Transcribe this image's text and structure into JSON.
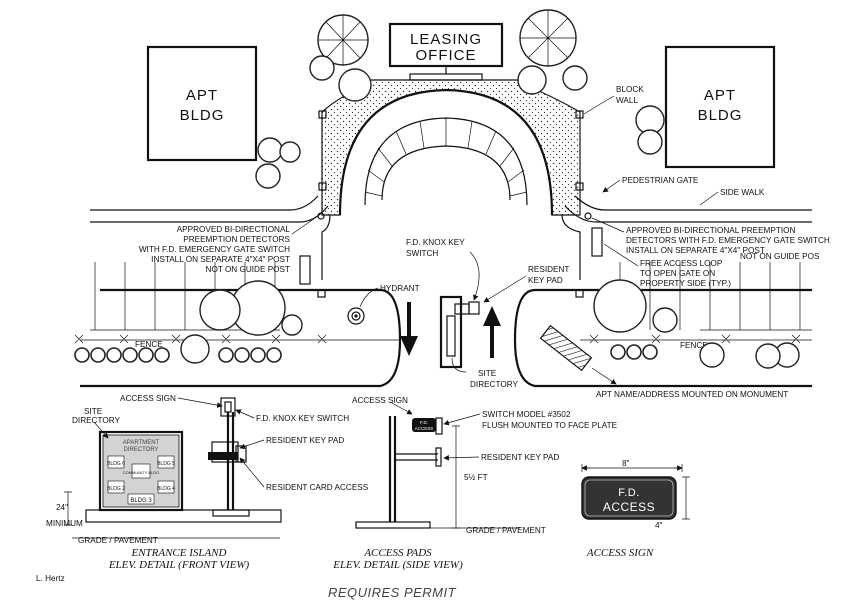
{
  "labels": {
    "leasing_office_line1": "LEASING",
    "leasing_office_line2": "OFFICE",
    "apt_bldg_left_line1": "APT",
    "apt_bldg_left_line2": "BLDG",
    "apt_bldg_right_line1": "APT",
    "apt_bldg_right_line2": "BLDG",
    "block_wall_line1": "BLOCK",
    "block_wall_line2": "WALL",
    "pedestrian_gate": "PEDESTRIAN GATE",
    "side_walk": "SIDE WALK",
    "left_detectors": [
      "APPROVED BI-DIRECTIONAL",
      "PREEMPTION DETECTORS",
      "WITH F.D. EMERGENCY GATE SWITCH",
      "INSTALL ON SEPARATE 4\"X4\" POST",
      "NOT ON GUIDE POST"
    ],
    "right_detectors": [
      "APPROVED BI-DIRECTIONAL PREEMPTION",
      "DETECTORS WITH F.D. EMERGENCY GATE SWITCH",
      "INSTALL ON SEPARATE 4\"X4\" POST",
      "NOT ON GUIDE POS"
    ],
    "knox_switch_line1": "F.D. KNOX KEY",
    "knox_switch_line2": "SWITCH",
    "resident_keypad_plan_line1": "RESIDENT",
    "resident_keypad_plan_line2": "KEY PAD",
    "free_access_loop": [
      "FREE ACCESS LOOP",
      "TO OPEN GATE ON",
      "PROPERTY SIDE (TYP.)"
    ],
    "hydrant": "HYDRANT",
    "fence_left": "FENCE",
    "fence_right": "FENCE",
    "site_directory_plan_line1": "SITE",
    "site_directory_plan_line2": "DIRECTORY",
    "apt_name_monument": "APT NAME/ADDRESS MOUNTED ON MONUMENT"
  },
  "front_view": {
    "access_sign": "ACCESS SIGN",
    "site_directory_line1": "SITE",
    "site_directory_line2": "DIRECTORY",
    "knox_switch": "F.D. KNOX KEY SWITCH",
    "resident_keypad": "RESIDENT KEY PAD",
    "resident_card_access": "RESIDENT CARD ACCESS",
    "dim_24": "24\"",
    "dim_min": "MINIMUM",
    "grade_pavement": "GRADE / PAVEMENT",
    "panel_title_line1": "APARTMENT",
    "panel_title_line2": "DIRECTORY",
    "bldg_labels": [
      "BLDG 6",
      "BLDG 5",
      "BLDG 2",
      "BLDG 4",
      "BLDG 3"
    ],
    "community_bldg": "COMMUNITY BLDG",
    "caption_line1": "ENTRANCE ISLAND",
    "caption_line2": "ELEV. DETAIL (FRONT VIEW)"
  },
  "side_view": {
    "access_sign": "ACCESS SIGN",
    "sign_text_line1": "F.D.",
    "sign_text_line2": "ACCESS",
    "switch_model_line1": "SWITCH MODEL  #3502",
    "switch_model_line2": "FLUSH MOUNTED TO FACE PLATE",
    "resident_keypad": "RESIDENT KEY PAD",
    "height_dim": "5½ FT",
    "grade_pavement": "GRADE / PAVEMENT",
    "caption_line1": "ACCESS PADS",
    "caption_line2": "ELEV. DETAIL (SIDE VIEW)"
  },
  "access_sign_detail": {
    "width_dim": "8\"",
    "height_dim": "4\"",
    "text_line1": "F.D.",
    "text_line2": "ACCESS",
    "caption": "ACCESS SIGN"
  },
  "author": "L. Hertz",
  "footer": "REQUIRES PERMIT"
}
